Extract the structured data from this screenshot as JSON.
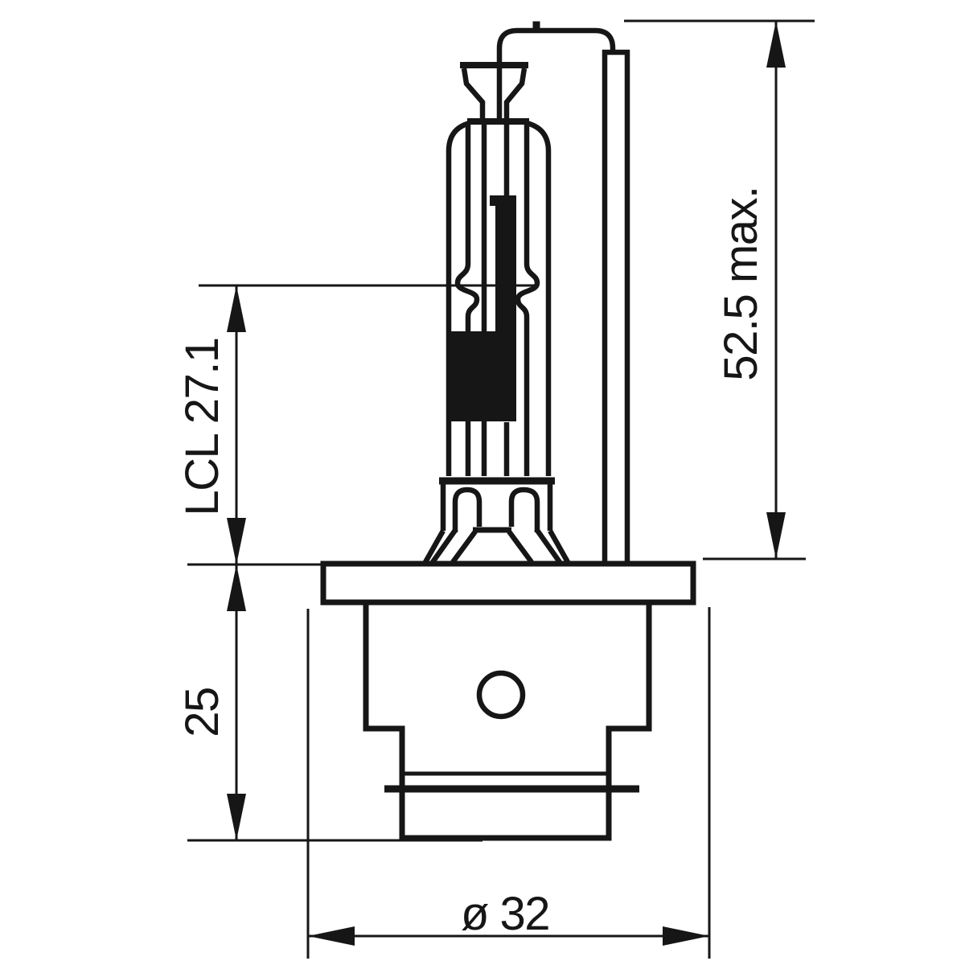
{
  "page": {
    "background": "#ffffff",
    "ink": "#161616"
  },
  "drawing": {
    "subject": "xenon-hid-lamp-outline-drawing",
    "view": "side-elevation-with-dimensions",
    "dimensions": {
      "overall_height": {
        "label": "52.5 max.",
        "orientation": "vertical",
        "side": "right"
      },
      "light_center_length": {
        "label": "LCL 27.1",
        "orientation": "vertical",
        "side": "left"
      },
      "base_height": {
        "label": "25",
        "orientation": "vertical",
        "side": "left"
      },
      "base_diameter": {
        "label": "ø 32",
        "orientation": "horizontal",
        "side": "bottom"
      }
    }
  }
}
